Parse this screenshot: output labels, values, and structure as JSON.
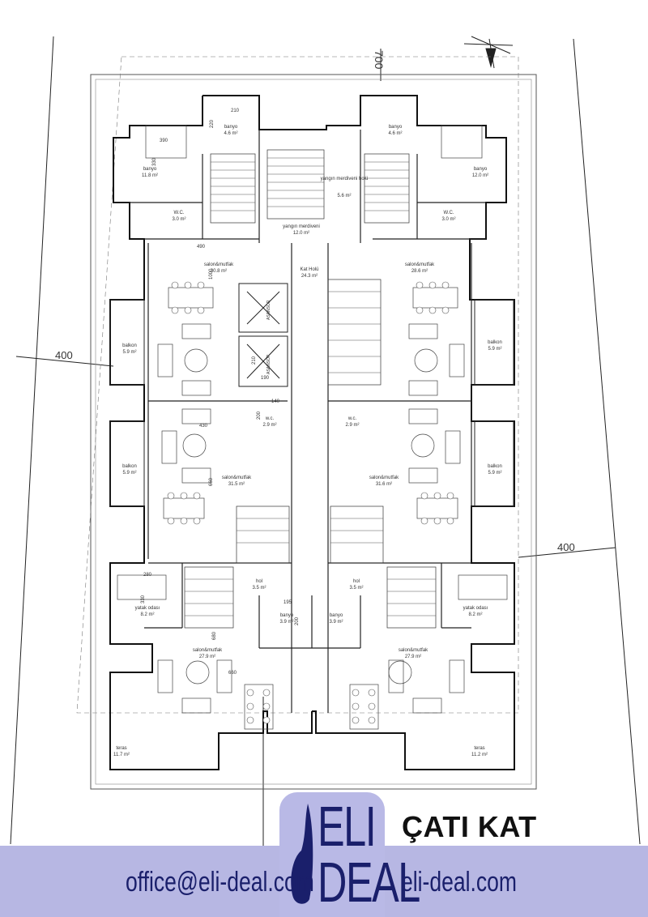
{
  "title": "ÇATI KAT",
  "contact": {
    "email": "office@eli-deal.com",
    "website": "eli-deal.com"
  },
  "logo": {
    "line1": "ELI",
    "line2": "DEAL"
  },
  "colors": {
    "band": "#b7b7e3",
    "logo_text": "#1a1f6b",
    "lines": "#333333"
  },
  "dimensions": {
    "top": "700",
    "left": "400",
    "right": "400",
    "bottom": "0"
  },
  "rooms": [
    {
      "name": "banyo",
      "area": "4.6 m²"
    },
    {
      "name": "banyo",
      "area": "4.6 m²"
    },
    {
      "name": "banyo",
      "area": "11.8 m²"
    },
    {
      "name": "banyo",
      "area": "12.0 m²"
    },
    {
      "name": "yangın merdiveni holü",
      "area": "5.6 m²"
    },
    {
      "name": "W.C.",
      "area": "3.0 m²"
    },
    {
      "name": "W.C.",
      "area": "3.0 m²"
    },
    {
      "name": "yangın merdiveni",
      "area": "12.0 m²"
    },
    {
      "name": "salon&mutfak",
      "area": "30.8 m²"
    },
    {
      "name": "salon&mutfak",
      "area": "28.6 m²"
    },
    {
      "name": "Kat Holü",
      "area": "24.3 m²"
    },
    {
      "name": "balkon",
      "area": "5.9 m²"
    },
    {
      "name": "balkon",
      "area": "5.9 m²"
    },
    {
      "name": "w.c.",
      "area": "2.9 m²"
    },
    {
      "name": "w.c.",
      "area": "2.9 m²"
    },
    {
      "name": "balkon",
      "area": "5.9 m²"
    },
    {
      "name": "balkon",
      "area": "5.9 m²"
    },
    {
      "name": "salon&mutfak",
      "area": "31.5 m²"
    },
    {
      "name": "salon&mutfak",
      "area": "31.6 m²"
    },
    {
      "name": "hol",
      "area": "3.5 m²"
    },
    {
      "name": "hol",
      "area": "3.5 m²"
    },
    {
      "name": "yatak odası",
      "area": "8.2 m²"
    },
    {
      "name": "yatak odası",
      "area": "8.2 m²"
    },
    {
      "name": "banyo",
      "area": "3.9 m²"
    },
    {
      "name": "banyo",
      "area": "3.9 m²"
    },
    {
      "name": "salon&mutfak",
      "area": "27.9 m²"
    },
    {
      "name": "salon&mutfak",
      "area": "27.9 m²"
    },
    {
      "name": "teras",
      "area": "11.7 m²"
    },
    {
      "name": "teras",
      "area": "11.2 m²"
    }
  ],
  "measures": [
    "210",
    "220",
    "390",
    "330",
    "490",
    "1000",
    "210",
    "190",
    "140",
    "200",
    "430",
    "660",
    "280",
    "330",
    "195",
    "200",
    "660",
    "680"
  ],
  "elevator_label": "ASANSÖR"
}
